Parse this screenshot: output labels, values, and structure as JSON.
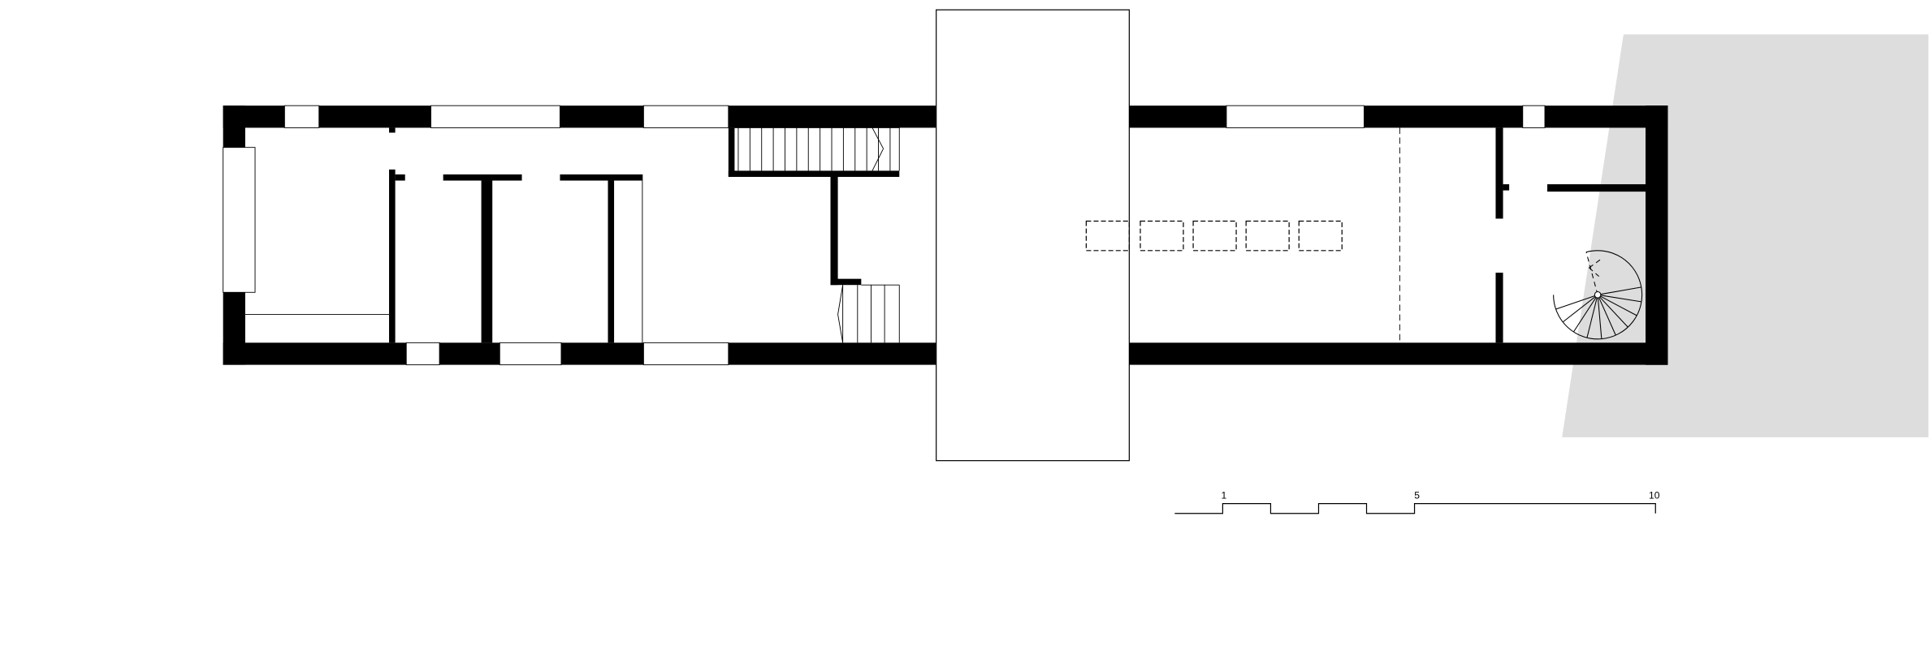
{
  "colors": {
    "wall": "#000000",
    "ground": "#dddddd",
    "background": "#ffffff"
  },
  "scale_bar": {
    "labels": [
      "1",
      "5",
      "10"
    ]
  }
}
